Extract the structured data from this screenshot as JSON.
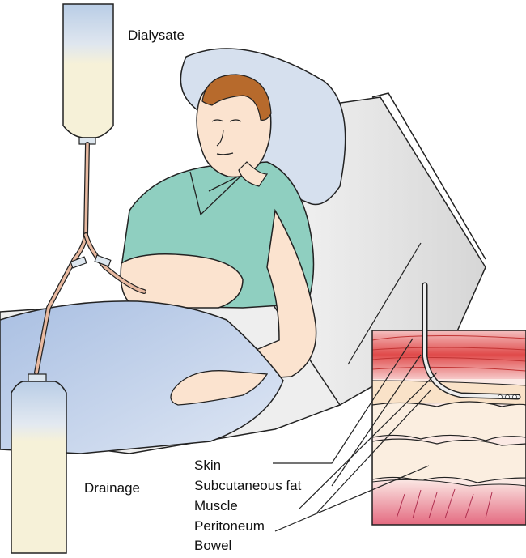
{
  "labels": {
    "dialysate": "Dialysate",
    "drainage": "Drainage",
    "skin": "Skin",
    "subcutaneous_fat": "Subcutaneous fat",
    "muscle": "Muscle",
    "peritoneum": "Peritoneum",
    "bowel": "Bowel"
  },
  "colors": {
    "bag_fill": "#f6f1d8",
    "bag_top": "#b9cde6",
    "tubing": "#e8b9a0",
    "gown": "#8fcfc0",
    "skin_tone": "#fbe3cf",
    "hair": "#b76a2c",
    "blanket": "#b4c8e6",
    "bed": "#e6e6e6",
    "pillow": "#d6e0ee",
    "muscle_red": "#e04a4a",
    "fat": "#f9e2c8",
    "bowel": "#fbeee0"
  }
}
